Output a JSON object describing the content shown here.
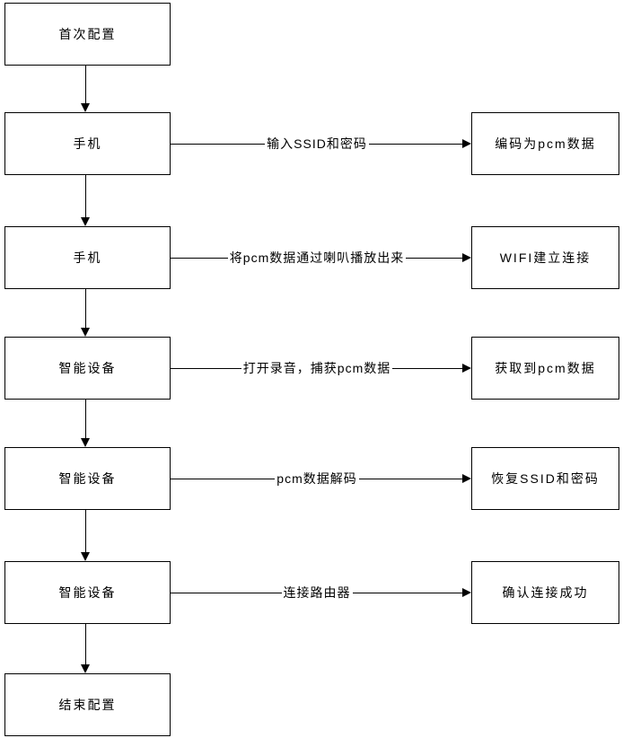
{
  "flowchart": {
    "start": {
      "label": "首次配置"
    },
    "end": {
      "label": "结束配置"
    },
    "rows": [
      {
        "left": "手机",
        "arrow": "输入SSID和密码",
        "right": "编码为pcm数据"
      },
      {
        "left": "手机",
        "arrow": "将pcm数据通过喇叭播放出来",
        "right": "WIFI建立连接"
      },
      {
        "left": "智能设备",
        "arrow": "打开录音，捕获pcm数据",
        "right": "获取到pcm数据"
      },
      {
        "left": "智能设备",
        "arrow": "pcm数据解码",
        "right": "恢复SSID和密码"
      },
      {
        "left": "智能设备",
        "arrow": "连接路由器",
        "right": "确认连接成功"
      }
    ]
  },
  "colors": {
    "background": "#ffffff",
    "line": "#000000",
    "box_border": "#000000",
    "text": "#000000"
  }
}
